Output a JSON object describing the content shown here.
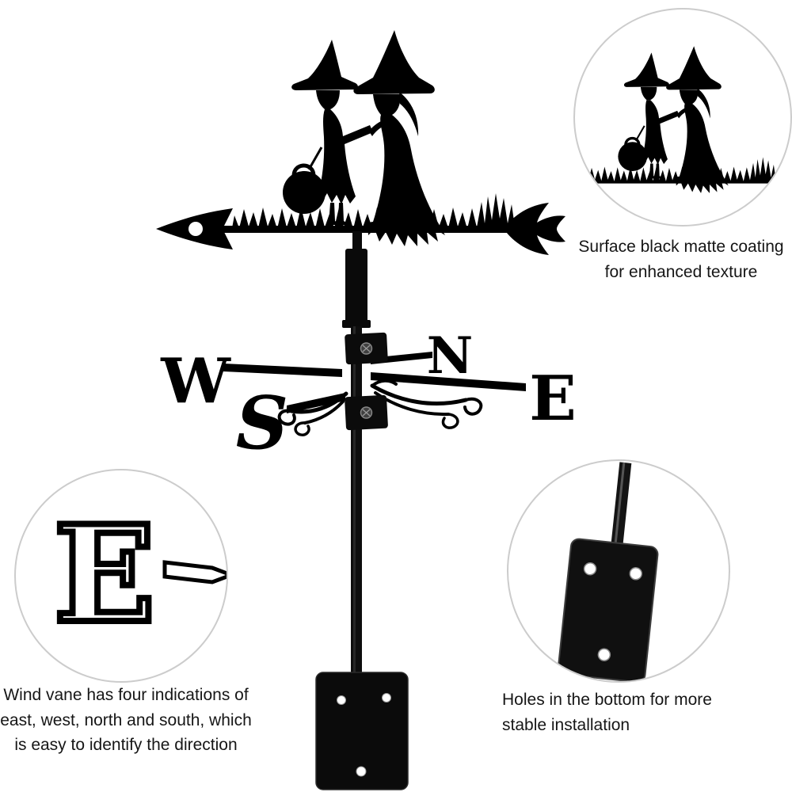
{
  "annotations": {
    "coating": "Surface black matte coating\nfor enhanced texture",
    "directions": "Wind vane has four indications of\neast, west, north and south, which\nis easy to identify the direction",
    "holes": "Holes in the bottom for more\nstable installation"
  },
  "letters": {
    "west": "W",
    "north": "N",
    "east": "E",
    "south": "S"
  },
  "colors": {
    "silhouette": "#000000",
    "circle_border": "#cccccc",
    "caption_text": "#161616",
    "background": "#ffffff"
  }
}
